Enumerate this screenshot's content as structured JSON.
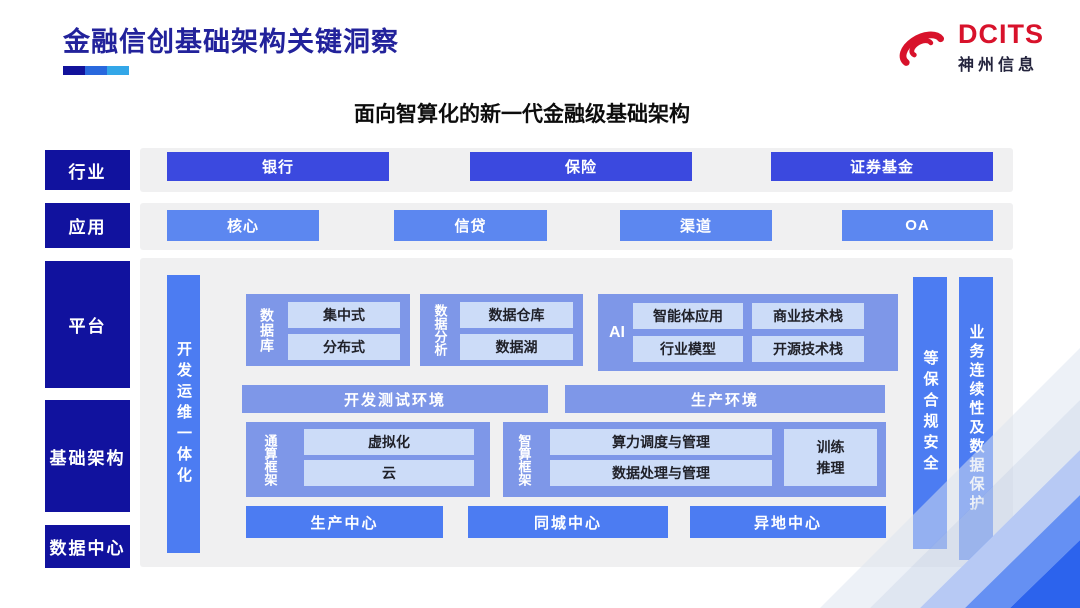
{
  "header": {
    "title": "金融信创基础架构关键洞察",
    "logo_brand": "DCITS",
    "logo_company": "神州信息"
  },
  "subtitle": "面向智算化的新一代金融级基础架构",
  "industry": {
    "label": "行业",
    "items": [
      "银行",
      "保险",
      "证券基金"
    ]
  },
  "application": {
    "label": "应用",
    "items": [
      "核心",
      "信贷",
      "渠道",
      "OA"
    ]
  },
  "platform": {
    "label": "平台",
    "devops_bar": "开发运维一体化",
    "database": {
      "label": "数据库",
      "items": [
        "集中式",
        "分布式"
      ]
    },
    "analytics": {
      "label": "数据分析",
      "items": [
        "数据仓库",
        "数据湖"
      ]
    },
    "ai": {
      "label": "AI",
      "items": [
        "智能体应用",
        "商业技术栈",
        "行业模型",
        "开源技术栈"
      ]
    },
    "environments": [
      "开发测试环境",
      "生产环境"
    ]
  },
  "infrastructure": {
    "label": "基础架构",
    "general_framework": {
      "label": "通算框架",
      "items": [
        "虚拟化",
        "云"
      ]
    },
    "intelligent_framework": {
      "label": "智算框架",
      "items": [
        "算力调度与管理",
        "数据处理与管理"
      ],
      "side_item": "训练推理"
    }
  },
  "datacenter": {
    "label": "数据中心",
    "centers": [
      "生产中心",
      "同城中心",
      "异地中心"
    ]
  },
  "security_bars": [
    "等保合规安全",
    "业务连续性及数据保护"
  ],
  "colors": {
    "title_navy": "#22229b",
    "category_navy": "#11129e",
    "industry_blue": "#3b49df",
    "application_blue": "#5c87f0",
    "group_blue": "#7e97e8",
    "chip_light_blue": "#ccdcf8",
    "bar_blue": "#4c7cf2",
    "panel_gray": "#f0f0f1",
    "logo_red": "#d8122b",
    "underline_segments": [
      "#12129b",
      "#2968dd",
      "#33a7e8"
    ]
  }
}
